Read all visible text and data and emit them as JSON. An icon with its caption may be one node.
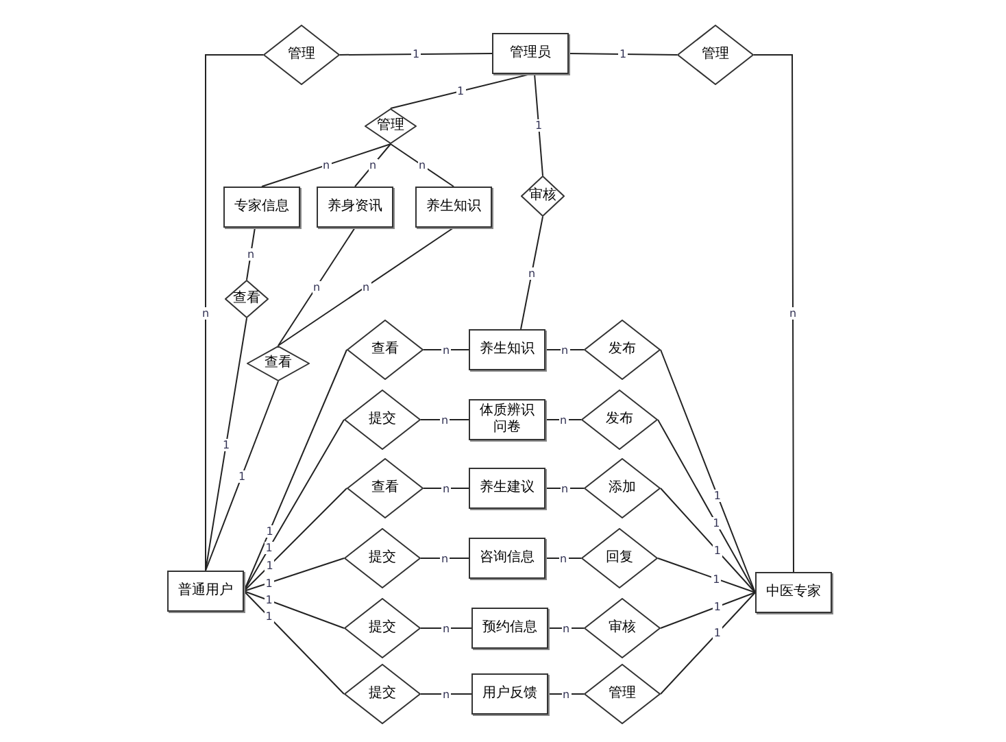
{
  "diagram": {
    "nodes": [
      {
        "text": [
          "管理"
        ]
      },
      {
        "text": [
          "管理员"
        ]
      },
      {
        "text": [
          "管理"
        ]
      },
      {
        "text": [
          "管理"
        ]
      },
      {
        "text": [
          "专家信息"
        ]
      },
      {
        "text": [
          "养身资讯"
        ]
      },
      {
        "text": [
          "养生知识"
        ]
      },
      {
        "text": [
          "审核"
        ]
      },
      {
        "text": [
          "查看"
        ]
      },
      {
        "text": [
          "查看"
        ]
      },
      {
        "text": [
          "普通用户"
        ]
      },
      {
        "text": [
          "查看"
        ]
      },
      {
        "text": [
          "养生知识"
        ]
      },
      {
        "text": [
          "发布"
        ]
      },
      {
        "text": [
          "提交"
        ]
      },
      {
        "text": [
          "体质辨识问卷"
        ]
      },
      {
        "text": [
          "发布"
        ]
      },
      {
        "text": [
          "查看"
        ]
      },
      {
        "text": [
          "养生建议"
        ]
      },
      {
        "text": [
          "添加"
        ]
      },
      {
        "text": [
          "提交"
        ]
      },
      {
        "text": [
          "咨询信息"
        ]
      },
      {
        "text": [
          "回复"
        ]
      },
      {
        "text": [
          "提交"
        ]
      },
      {
        "text": [
          "预约信息"
        ]
      },
      {
        "text": [
          "审核"
        ]
      },
      {
        "text": [
          "提交"
        ]
      },
      {
        "text": [
          "用户反馈"
        ]
      },
      {
        "text": [
          "管理"
        ]
      },
      {
        "text": [
          "中医专家"
        ]
      }
    ],
    "edges": [
      {
        "from": 10,
        "to": 0,
        "arrow": "none",
        "label": "n"
      },
      {
        "from": 0,
        "to": 1,
        "arrow": "none",
        "label": "1"
      },
      {
        "from": 1,
        "to": 2,
        "arrow": "none",
        "label": "1"
      },
      {
        "from": 2,
        "to": 29,
        "arrow": "none",
        "label": "n"
      },
      {
        "from": 1,
        "to": 3,
        "arrow": "none",
        "label": "1"
      },
      {
        "from": 3,
        "to": 4,
        "arrow": "none",
        "label": "n"
      },
      {
        "from": 3,
        "to": 5,
        "arrow": "none",
        "label": "n"
      },
      {
        "from": 3,
        "to": 6,
        "arrow": "none",
        "label": "n"
      },
      {
        "from": 1,
        "to": 7,
        "arrow": "none",
        "label": "1"
      },
      {
        "from": 7,
        "to": 12,
        "arrow": "none",
        "label": "n"
      },
      {
        "from": 4,
        "to": 8,
        "arrow": "none",
        "label": "n"
      },
      {
        "from": 8,
        "to": 10,
        "arrow": "none",
        "label": "1"
      },
      {
        "from": 5,
        "to": 9,
        "arrow": "none",
        "label": "n"
      },
      {
        "from": 6,
        "to": 9,
        "arrow": "none",
        "label": "n"
      },
      {
        "from": 9,
        "to": 10,
        "arrow": "none",
        "label": "1"
      },
      {
        "from": 10,
        "to": 11,
        "arrow": "none",
        "label": "1"
      },
      {
        "from": 10,
        "to": 14,
        "arrow": "none",
        "label": "1"
      },
      {
        "from": 10,
        "to": 17,
        "arrow": "none",
        "label": "1"
      },
      {
        "from": 10,
        "to": 20,
        "arrow": "none",
        "label": "1"
      },
      {
        "from": 10,
        "to": 23,
        "arrow": "none",
        "label": "1"
      },
      {
        "from": 10,
        "to": 26,
        "arrow": "none",
        "label": "1"
      },
      {
        "from": 11,
        "to": 12,
        "arrow": "none",
        "label": "n"
      },
      {
        "from": 14,
        "to": 15,
        "arrow": "none",
        "label": "n"
      },
      {
        "from": 17,
        "to": 18,
        "arrow": "none",
        "label": "n"
      },
      {
        "from": 20,
        "to": 21,
        "arrow": "none",
        "label": "n"
      },
      {
        "from": 23,
        "to": 24,
        "arrow": "none",
        "label": "n"
      },
      {
        "from": 26,
        "to": 27,
        "arrow": "none",
        "label": "n"
      },
      {
        "from": 12,
        "to": 13,
        "arrow": "none",
        "label": "n"
      },
      {
        "from": 15,
        "to": 16,
        "arrow": "none",
        "label": "n"
      },
      {
        "from": 18,
        "to": 19,
        "arrow": "none",
        "label": "n"
      },
      {
        "from": 21,
        "to": 22,
        "arrow": "none",
        "label": "n"
      },
      {
        "from": 24,
        "to": 25,
        "arrow": "none",
        "label": "n"
      },
      {
        "from": 27,
        "to": 28,
        "arrow": "none",
        "label": "n"
      },
      {
        "from": 13,
        "to": 29,
        "arrow": "none",
        "label": "1"
      },
      {
        "from": 16,
        "to": 29,
        "arrow": "none",
        "label": "1"
      },
      {
        "from": 19,
        "to": 29,
        "arrow": "none",
        "label": "1"
      },
      {
        "from": 22,
        "to": 29,
        "arrow": "none",
        "label": "1"
      },
      {
        "from": 25,
        "to": 29,
        "arrow": "none",
        "label": "1"
      },
      {
        "from": 28,
        "to": 29,
        "arrow": "none",
        "label": "1"
      }
    ]
  }
}
